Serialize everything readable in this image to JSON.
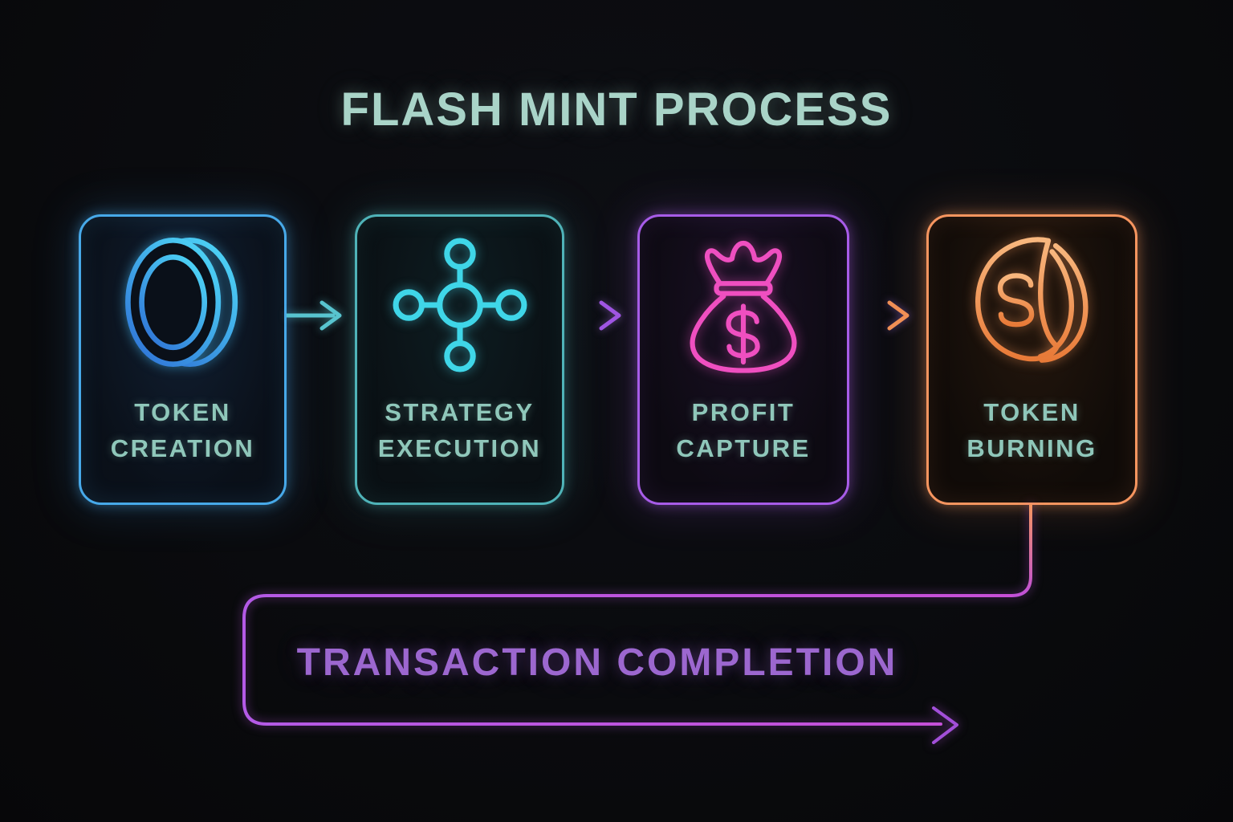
{
  "title": "FLASH MINT PROCESS",
  "steps": [
    {
      "name": "Token Creation",
      "lines": [
        "TOKEN",
        "CREATION"
      ],
      "icon": "coin-icon",
      "accent_color": "#47a9e9"
    },
    {
      "name": "Strategy Execution",
      "lines": [
        "STRATEGY",
        "EXECUTION"
      ],
      "icon": "network-icon",
      "accent_color": "#4fb3b8"
    },
    {
      "name": "Profit Capture",
      "lines": [
        "PROFIT",
        "CAPTURE"
      ],
      "icon": "money-bag-icon",
      "accent_color": "#a75ce8"
    },
    {
      "name": "Token Burning",
      "lines": [
        "TOKEN",
        "BURNING"
      ],
      "icon": "flame-coin-icon",
      "accent_color": "#f6955f"
    }
  ],
  "completion": {
    "label": "TRANSACTION COMPLETION",
    "text_color": "#9c67cf",
    "line_color": "#bb55ee"
  },
  "colors": {
    "background": "#0a0b0e",
    "title_text": "#a9d4c8",
    "step_label_text": "#8fc7ba",
    "coin_icon_gradient": [
      "#4ed6f6",
      "#2f72d6"
    ],
    "network_icon": "#3fd6e8",
    "money_bag_icon": "#ef4fc0",
    "flame_icon_gradient": [
      "#f8b77e",
      "#e87a38"
    ],
    "arrow_teal": "#58c4cf",
    "arrow_purple": "#a75ce8",
    "arrow_orange": "#f6955f",
    "return_line_purple": "#bb55ee",
    "return_arrow_violet": "#a24fd8"
  }
}
